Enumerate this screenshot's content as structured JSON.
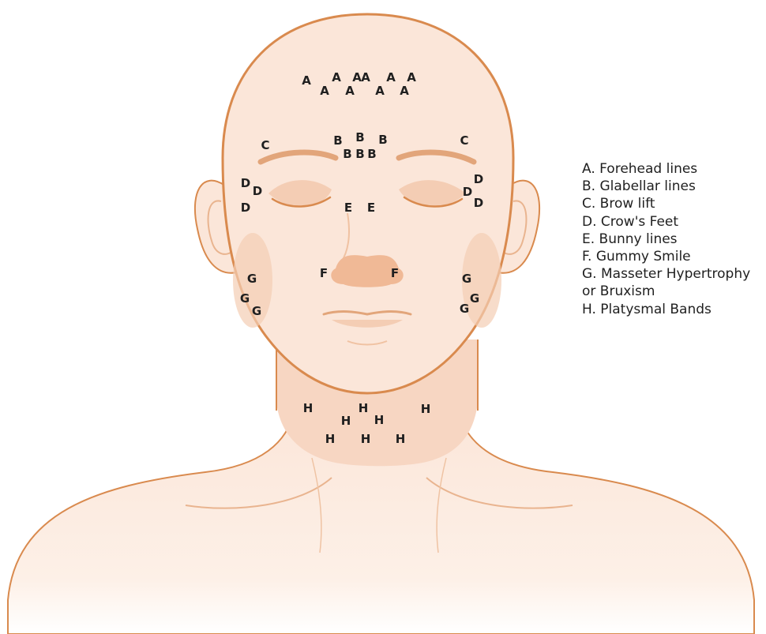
{
  "palette": {
    "skin": "#fbe6d9",
    "outline": "#d98a4e",
    "shade": "#f4cdb4",
    "text": "#1f1f1f"
  },
  "markers": {
    "forehead": [
      "A",
      "A",
      "A",
      "A",
      "A",
      "A",
      "A",
      "A",
      "A",
      "A"
    ],
    "glabellar": [
      "B",
      "B",
      "B",
      "B",
      "B",
      "B"
    ],
    "brow_lift": [
      "C",
      "C"
    ],
    "crows_feet": [
      "D",
      "D",
      "D",
      "D",
      "D",
      "D"
    ],
    "bunny": [
      "E",
      "E"
    ],
    "gummy": [
      "F",
      "F"
    ],
    "masseter": [
      "G",
      "G",
      "G",
      "G",
      "G",
      "G"
    ],
    "platysmal": [
      "H",
      "H",
      "H",
      "H",
      "H",
      "H",
      "H",
      "H"
    ]
  },
  "legend": [
    "A. Forehead lines",
    "B. Glabellar lines",
    "C. Brow lift",
    "D. Crow's Feet",
    "E. Bunny lines",
    "F. Gummy Smile",
    "G. Masseter Hypertrophy",
    "or Bruxism",
    "H. Platysmal Bands"
  ]
}
